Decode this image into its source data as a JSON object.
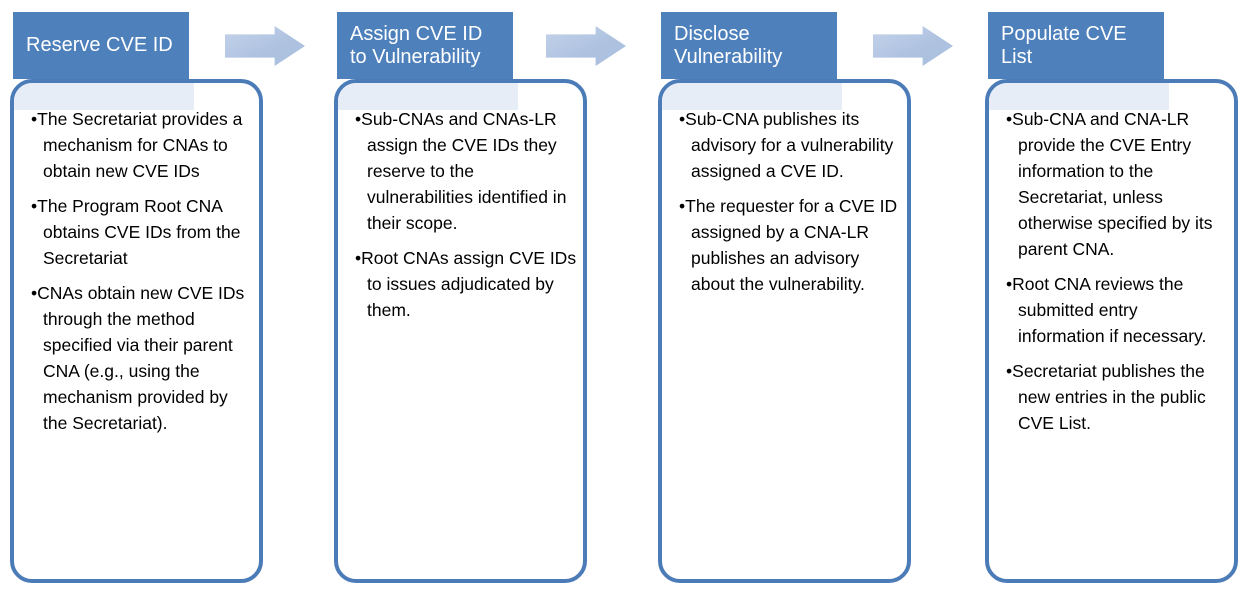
{
  "diagram": {
    "title_semantic": "CVE ID process flow",
    "colors": {
      "header_bg": "#4E80BC",
      "card_border": "#4C7CB8",
      "accent_band": "#E7EDF7",
      "arrow_light": "#C5D3E9",
      "arrow_dark": "#A9BFDE",
      "header_text": "#FFFFFF",
      "body_text": "#000000"
    },
    "arrow_icon": "right-block-arrow",
    "steps": [
      {
        "title": "Reserve CVE ID",
        "bullets": [
          "The Secretariat provides a mechanism for CNAs to obtain new CVE IDs",
          "The Program Root CNA obtains CVE IDs from the Secretariat",
          "CNAs obtain new CVE IDs through the method specified via their parent CNA (e.g., using the mechanism provided by the Secretariat)."
        ]
      },
      {
        "title": "Assign CVE ID\nto Vulnerability",
        "bullets": [
          "Sub-CNAs and CNAs-LR assign the CVE IDs they reserve to the vulnerabilities identified in their scope.",
          "Root CNAs assign CVE IDs to issues adjudicated by them."
        ]
      },
      {
        "title": "Disclose\nVulnerability",
        "bullets": [
          "Sub-CNA publishes its advisory for a vulnerability assigned a CVE ID.",
          "The requester for a CVE ID assigned by a CNA-LR publishes an advisory about the vulnerability."
        ]
      },
      {
        "title": "Populate CVE\nList",
        "bullets": [
          "Sub-CNA and CNA-LR provide the CVE Entry information to the Secretariat, unless otherwise specified by its parent CNA.",
          "Root CNA reviews the submitted entry information if necessary.",
          "Secretariat publishes the new entries in the public CVE List."
        ]
      }
    ]
  }
}
